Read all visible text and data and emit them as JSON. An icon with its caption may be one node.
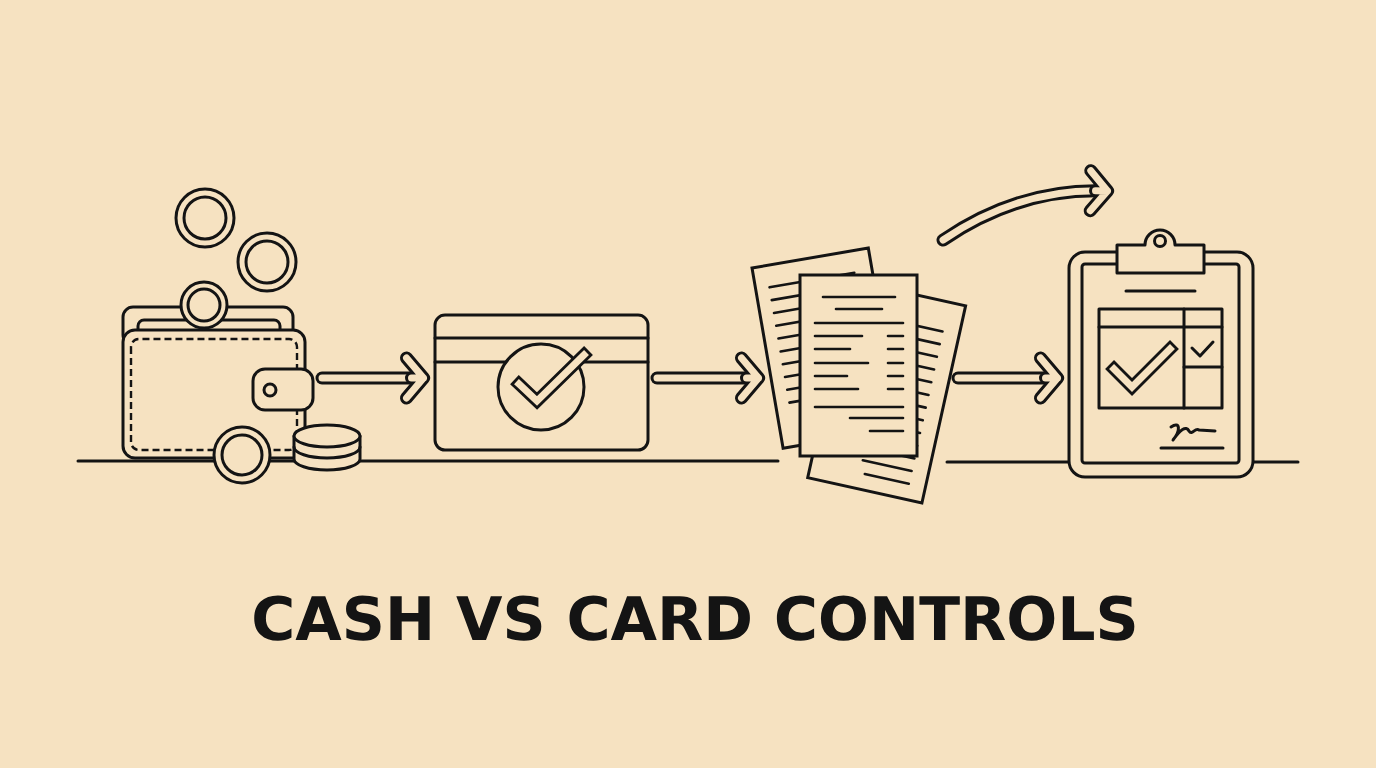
{
  "diagram": {
    "title": "CASH VS CARD CONTROLS",
    "nodes": [
      {
        "text": [],
        "shape": "picture"
      },
      {
        "text": [],
        "shape": "picture"
      },
      {
        "text": [],
        "shape": "picture"
      },
      {
        "text": [],
        "shape": "picture"
      }
    ],
    "edges": [
      {
        "from": 0,
        "to": 1,
        "arrow": "to"
      },
      {
        "from": 1,
        "to": 2,
        "arrow": "to"
      },
      {
        "from": 2,
        "to": 3,
        "arrow": "to"
      }
    ]
  }
}
